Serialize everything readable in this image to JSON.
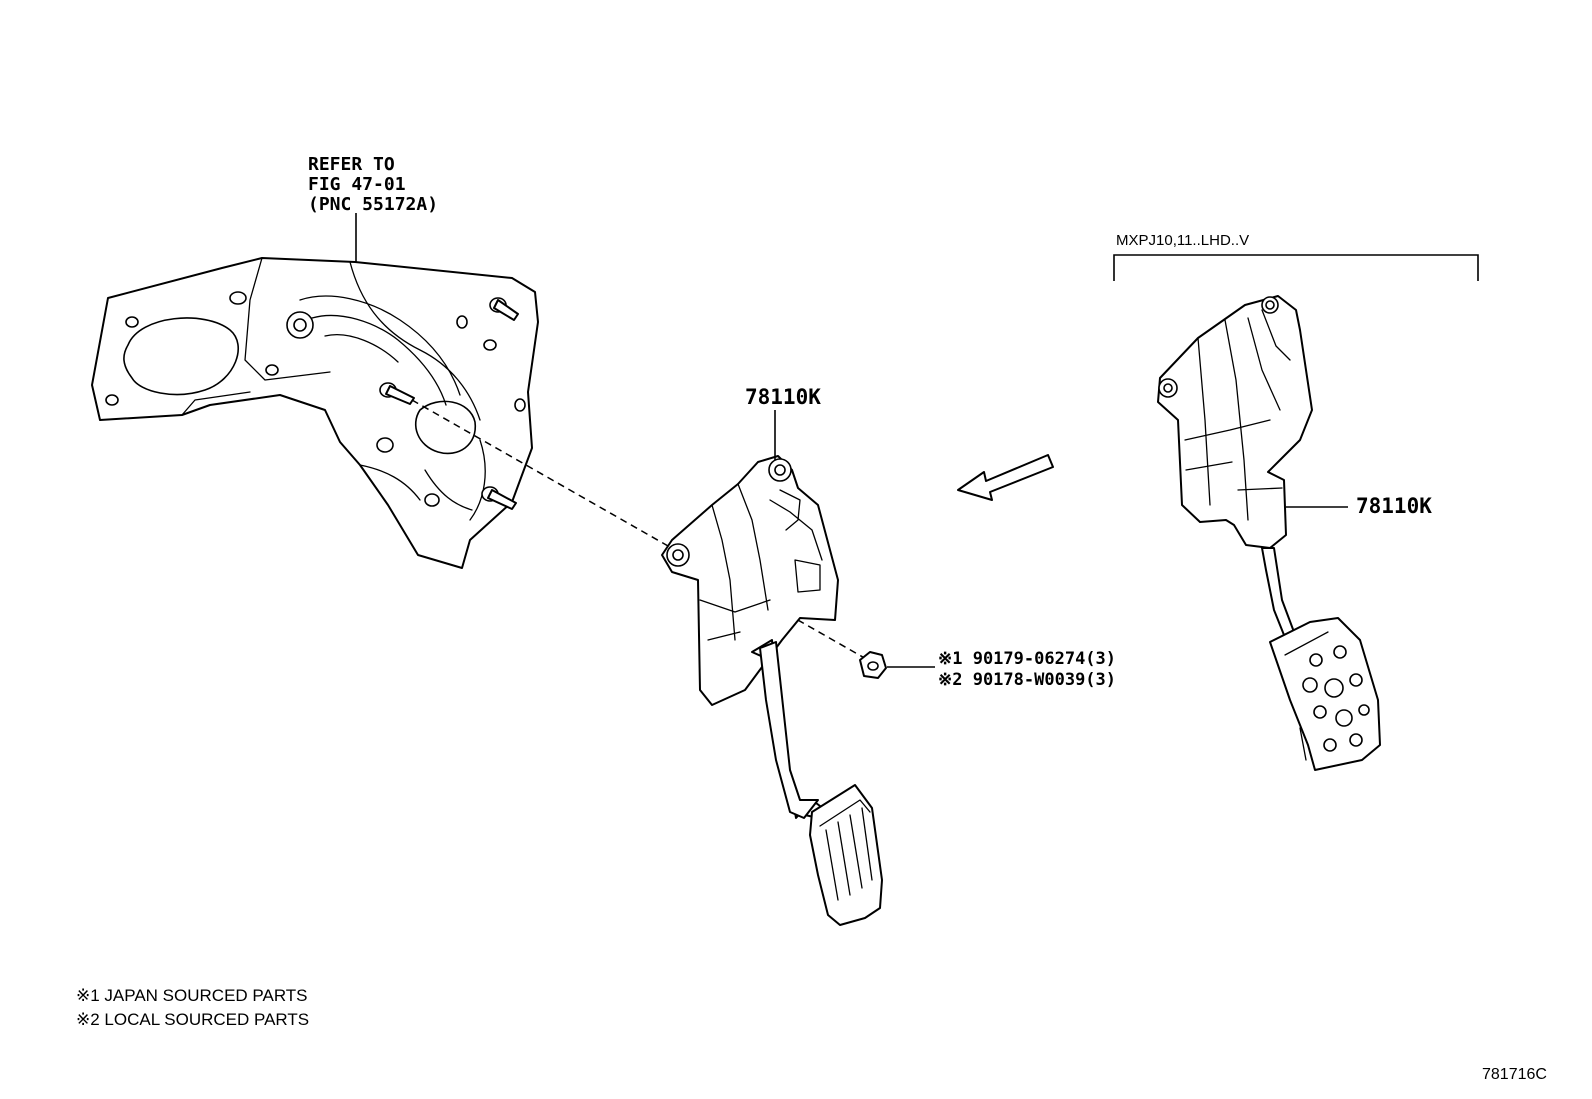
{
  "callouts": {
    "refer_line1": "REFER TO",
    "refer_line2": "FIG 47-01",
    "refer_line3": "(PNC 55172A)",
    "pedal_left": "78110K",
    "pedal_right": "78110K",
    "variant": "MXPJ10,11..LHD..V",
    "nut_part1": "※1  90179-06274(3)",
    "nut_part2": "※2  90178-W0039(3)"
  },
  "legend": {
    "note1": "※1 JAPAN SOURCED PARTS",
    "note2": "※2 LOCAL SOURCED PARTS"
  },
  "figure_code": "781716C"
}
